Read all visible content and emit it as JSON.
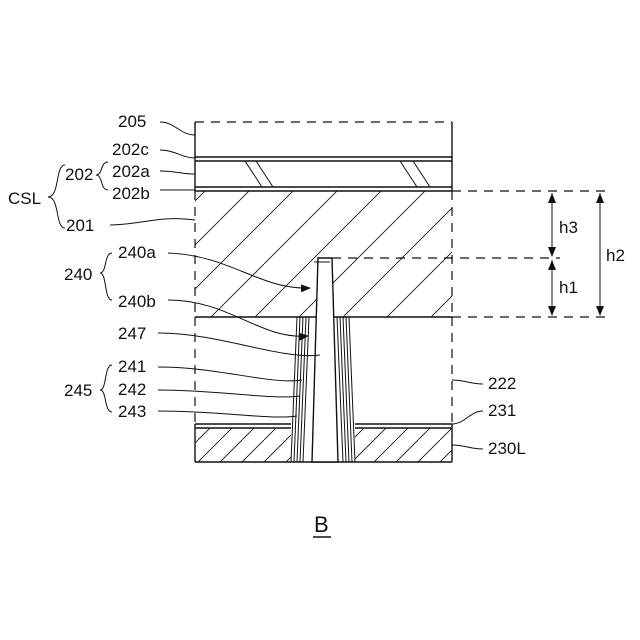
{
  "figure": {
    "caption": "B",
    "labels": {
      "l205": "205",
      "l202c": "202c",
      "l202": "202",
      "l202a": "202a",
      "l202b": "202b",
      "lCSL": "CSL",
      "l201": "201",
      "l240a": "240a",
      "l240": "240",
      "l240b": "240b",
      "l247": "247",
      "l241": "241",
      "l245": "245",
      "l242": "242",
      "l243": "243",
      "l222": "222",
      "l231": "231",
      "l230L": "230L",
      "lh3": "h3",
      "lh1": "h1",
      "lh2": "h2"
    }
  }
}
